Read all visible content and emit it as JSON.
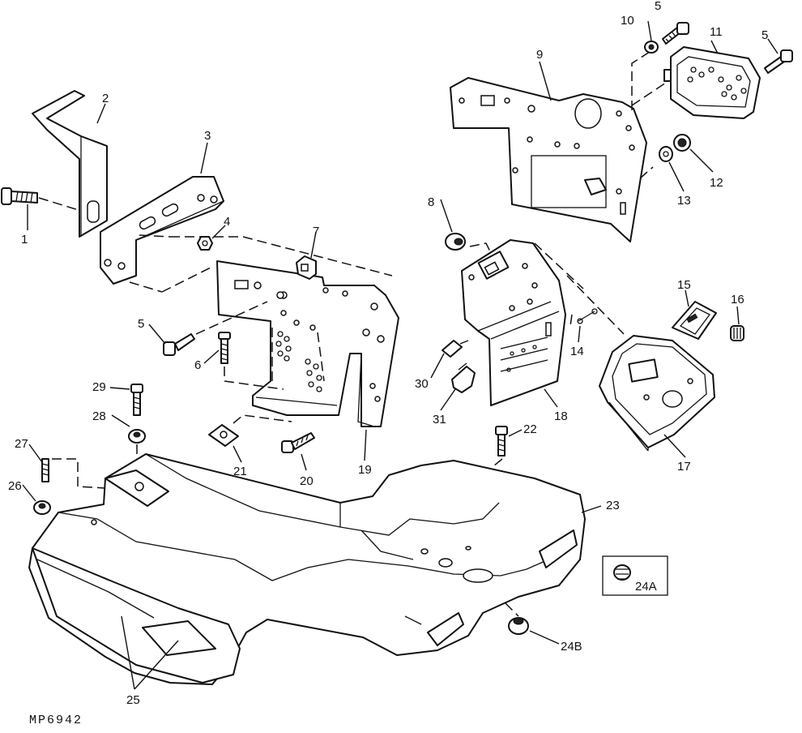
{
  "diagram": {
    "drawing_number": "MP6942",
    "callouts": {
      "c1": "1",
      "c2": "2",
      "c3": "3",
      "c4": "4",
      "c5a": "5",
      "c5b": "5",
      "c5c": "5",
      "c6": "6",
      "c7": "7",
      "c8": "8",
      "c9": "9",
      "c10": "10",
      "c11": "11",
      "c12": "12",
      "c13": "13",
      "c14": "14",
      "c15": "15",
      "c16": "16",
      "c17": "17",
      "c18": "18",
      "c19": "19",
      "c20": "20",
      "c21": "21",
      "c22": "22",
      "c23": "23",
      "c24a": "24A",
      "c24b": "24B",
      "c25": "25",
      "c26": "26",
      "c27": "27",
      "c28": "28",
      "c29": "29",
      "c30": "30",
      "c31": "31"
    }
  }
}
